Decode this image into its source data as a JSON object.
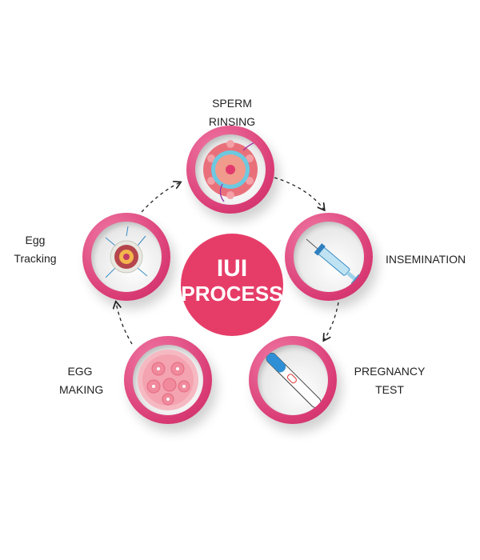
{
  "center": {
    "line1": "IUI",
    "line2": "PROCESS"
  },
  "steps": [
    {
      "line1": "SPERM",
      "line2": "RINSING",
      "icon": "egg-with-sperm-icon"
    },
    {
      "line1": "INSEMINATION",
      "icon": "syringe-icon"
    },
    {
      "line1": "PREGNANCY",
      "line2": "TEST",
      "icon": "pregnancy-test-icon"
    },
    {
      "line1": "EGG",
      "line2": "MAKING",
      "icon": "cell-cluster-icon"
    },
    {
      "line1": "Egg",
      "line2": "Tracking",
      "icon": "egg-cell-icon"
    }
  ],
  "colors": {
    "accent": "#e63d68",
    "ring": "#d93a73"
  }
}
